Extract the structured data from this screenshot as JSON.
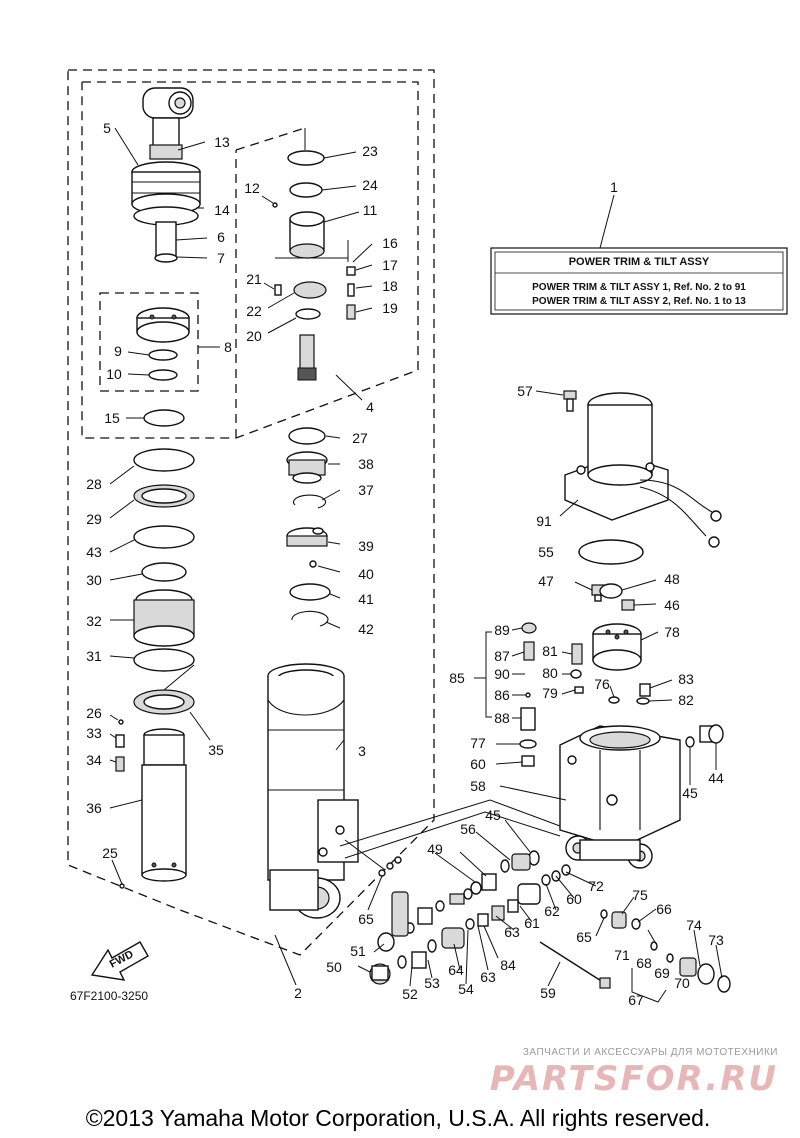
{
  "assembly_box": {
    "title": "POWER TRIM & TILT ASSY",
    "line1": "POWER TRIM & TILT ASSY 1, Ref. No. 2 to 91",
    "line2": "POWER TRIM & TILT ASSY 2, Ref. No. 1 to 13"
  },
  "diagram_code": "67F2100-3250",
  "fwd_label": "FWD",
  "copyright": "©2013 Yamaha Motor Corporation, U.S.A. All rights reserved.",
  "watermark": {
    "tagline": "ЗАПЧАСТИ И АКСЕССУАРЫ ДЛЯ МОТОТЕХНИКИ",
    "brand": "PARTSFOR.RU"
  },
  "callouts": {
    "c1": "1",
    "c2": "2",
    "c3": "3",
    "c4": "4",
    "c5": "5",
    "c6": "6",
    "c7": "7",
    "c8": "8",
    "c9": "9",
    "c10": "10",
    "c11": "11",
    "c12": "12",
    "c13": "13",
    "c14": "14",
    "c15": "15",
    "c16": "16",
    "c17": "17",
    "c18": "18",
    "c19": "19",
    "c20": "20",
    "c21": "21",
    "c22": "22",
    "c23": "23",
    "c24": "24",
    "c25": "25",
    "c26": "26",
    "c27": "27",
    "c28": "28",
    "c29": "29",
    "c30": "30",
    "c31": "31",
    "c32": "32",
    "c33": "33",
    "c34": "34",
    "c35": "35",
    "c36": "36",
    "c37": "37",
    "c38": "38",
    "c39": "39",
    "c40": "40",
    "c41": "41",
    "c42": "42",
    "c43": "43",
    "c44": "44",
    "c45": "45",
    "c46": "46",
    "c47": "47",
    "c48": "48",
    "c49": "49",
    "c50": "50",
    "c51": "51",
    "c52": "52",
    "c53": "53",
    "c54": "54",
    "c55": "55",
    "c56": "56",
    "c57": "57",
    "c58": "58",
    "c59": "59",
    "c60": "60",
    "c61": "61",
    "c62": "62",
    "c63": "63",
    "c64": "64",
    "c65": "65",
    "c66": "66",
    "c67": "67",
    "c68": "68",
    "c69": "69",
    "c70": "70",
    "c71": "71",
    "c72": "72",
    "c73": "73",
    "c74": "74",
    "c75": "75",
    "c76": "76",
    "c77": "77",
    "c78": "78",
    "c79": "79",
    "c80": "80",
    "c81": "81",
    "c82": "82",
    "c83": "83",
    "c84": "84",
    "c85": "85",
    "c86": "86",
    "c87": "87",
    "c88": "88",
    "c89": "89",
    "c90": "90",
    "c91": "91"
  }
}
